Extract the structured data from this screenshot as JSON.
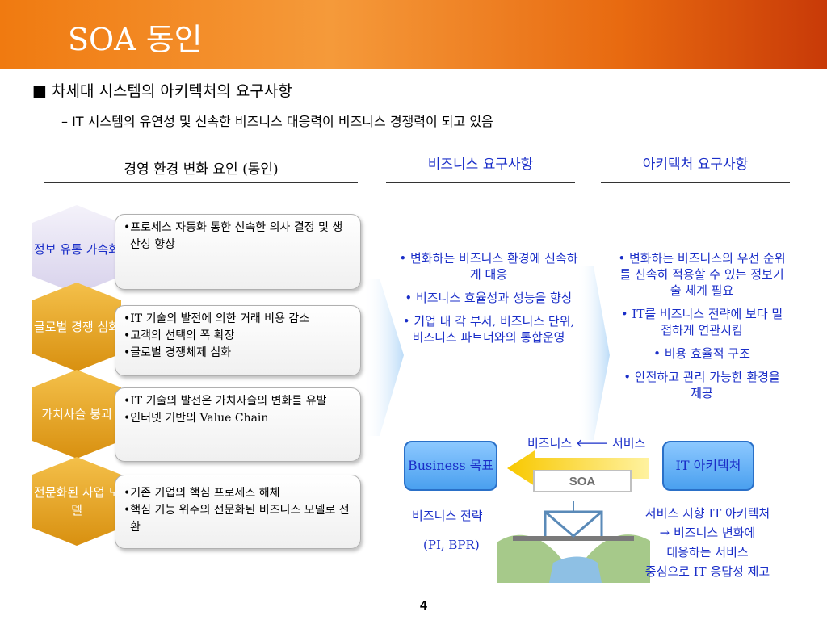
{
  "slide": {
    "title": "SOA 동인",
    "heading": "■ 차세대 시스템의 아키텍처의 요구사항",
    "subheading": "– IT 시스템의 유연성 및 신속한 비즈니스 대응력이 비즈니스 경쟁력이 되고 있음",
    "page_number": "4"
  },
  "columns": {
    "drivers": "경영 환경 변화 요인 (동인)",
    "business": "비즈니스 요구사항",
    "architecture": "아키텍처 요구사항"
  },
  "drivers": [
    {
      "label": "정보 유통 가속화",
      "items": [
        "프로세스 자동화 통한 신속한 의사 결정 및 생산성 향상"
      ]
    },
    {
      "label": "글로벌 경쟁 심화",
      "items": [
        "IT 기술의 발전에 의한 거래 비용 감소",
        "고객의 선택의 폭 확장",
        "글로벌 경쟁체제 심화"
      ]
    },
    {
      "label": "가치사슬 붕괴",
      "items": [
        "IT 기술의 발전은 가치사슬의 변화를 유발",
        "인터넷 기반의 Value Chain"
      ]
    },
    {
      "label": "전문화된 사업 모델",
      "items": [
        "기존 기업의 핵심 프로세스 해체",
        "핵심 기능 위주의 전문화된 비즈니스 모델로 전환"
      ]
    }
  ],
  "business_requirements": [
    "변화하는 비즈니스 환경에 신속하게 대응",
    "비즈니스 효율성과 성능을 향상",
    "기업 내 각 부서, 비즈니스 단위, 비즈니스 파트너와의 통합운영"
  ],
  "architecture_requirements": [
    "변화하는 비즈니스의 우선 순위를 신속히 적용할 수 있는 정보기술 체계 필요",
    "IT를 비즈니스 전략에 보다 밀접하게 연관시킴",
    "비용 효율적 구조",
    "안전하고 관리 가능한 환경을 제공"
  ],
  "diagram": {
    "flow_label": "비즈니스  🡐  서비스",
    "business_box": "Business 목표",
    "soa_label": "SOA",
    "it_box": "IT 아키텍처",
    "strategy_label": "비즈니스 전략",
    "strategy_sub": "(PI, BPR)",
    "service_lines": [
      "서비스 지향  IT 아키텍처",
      "→ 비즈니스 변화에",
      "대응하는  서비스",
      "중심으로 IT 응답성 제고"
    ]
  },
  "colors": {
    "title_bar": "#f07a10",
    "accent_blue": "#1a2ec8",
    "hex_purple": "#e8e4f4",
    "hex_gold": "#e9a615"
  }
}
